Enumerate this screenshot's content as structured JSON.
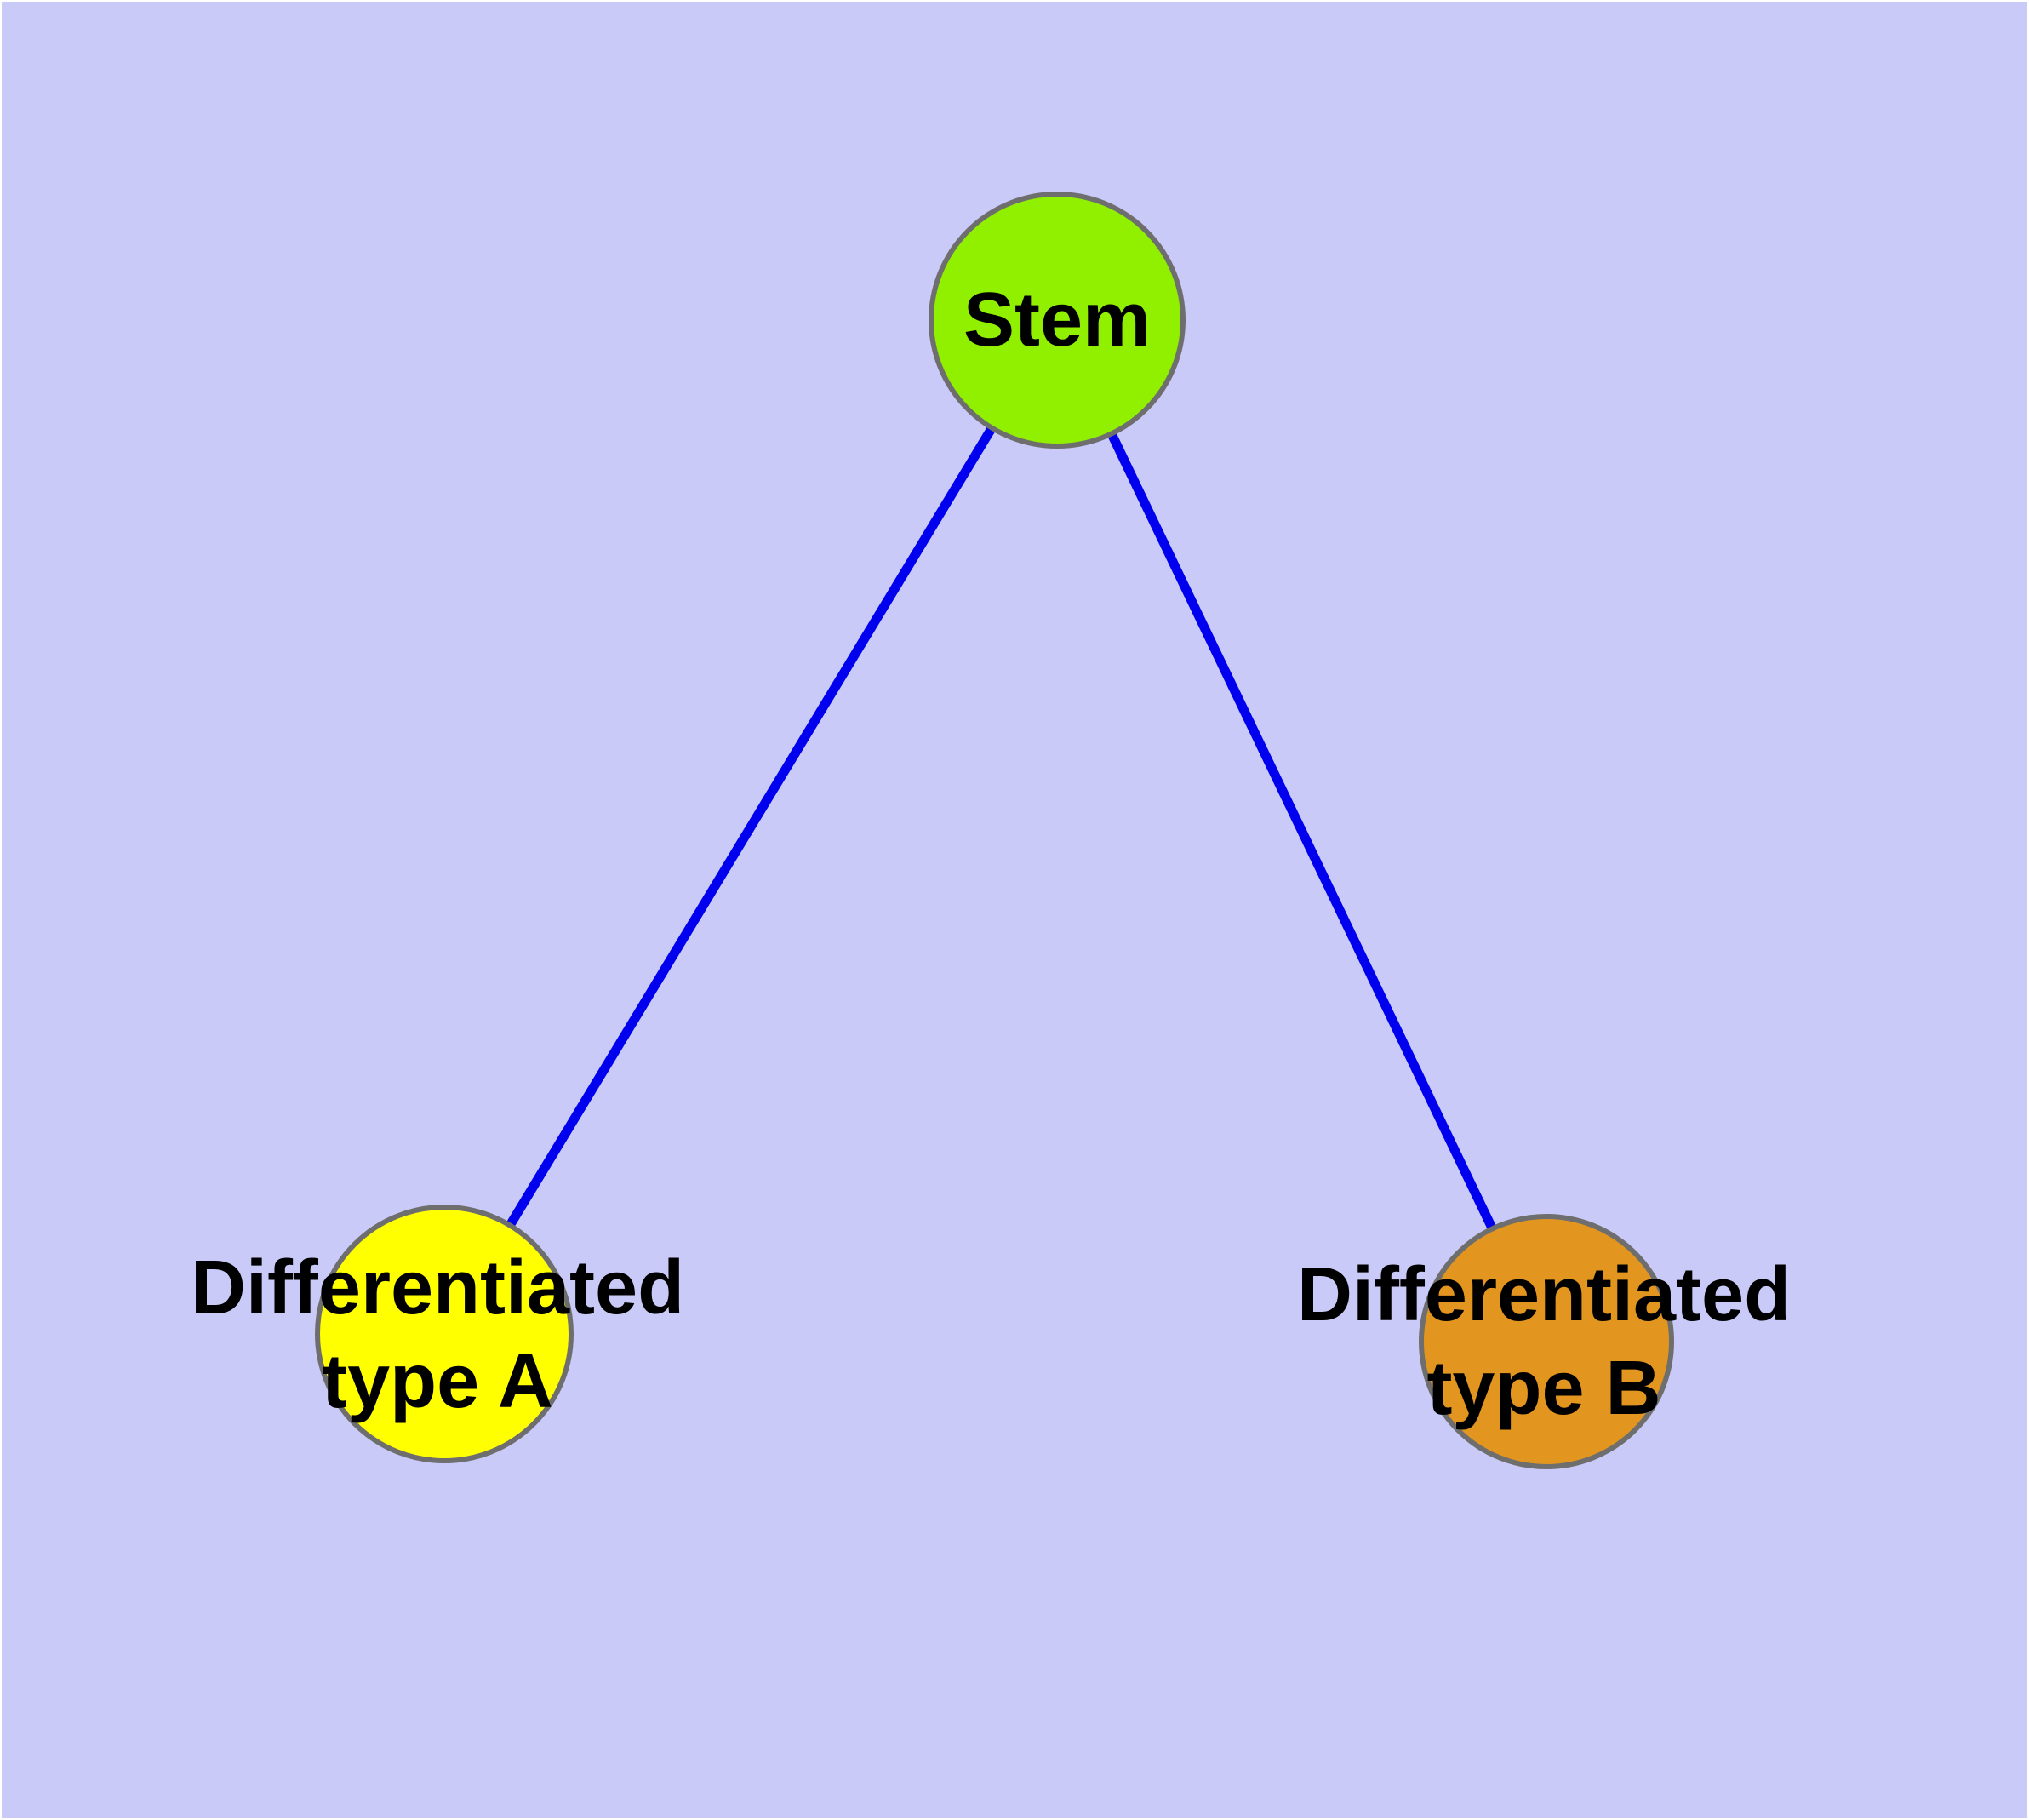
{
  "diagram": {
    "background_color": "#CACAF8",
    "edge_color": "#0000EE",
    "node_border_color": "#6E6E6E",
    "text_color": "#000000",
    "nodes": [
      {
        "id": "stem",
        "label": "Stem",
        "lines": [
          "Stem"
        ],
        "fill_color": "#90F000"
      },
      {
        "id": "type-a",
        "label": "Differentiated type A",
        "lines": [
          "Differentiated",
          "type A"
        ],
        "fill_color": "#FFFF00"
      },
      {
        "id": "type-b",
        "label": "Differentiated type B",
        "lines": [
          "Differentiated",
          "type B"
        ],
        "fill_color": "#E2961F"
      }
    ],
    "edges": [
      {
        "from": "stem",
        "to": "type-a"
      },
      {
        "from": "stem",
        "to": "type-b"
      }
    ]
  }
}
